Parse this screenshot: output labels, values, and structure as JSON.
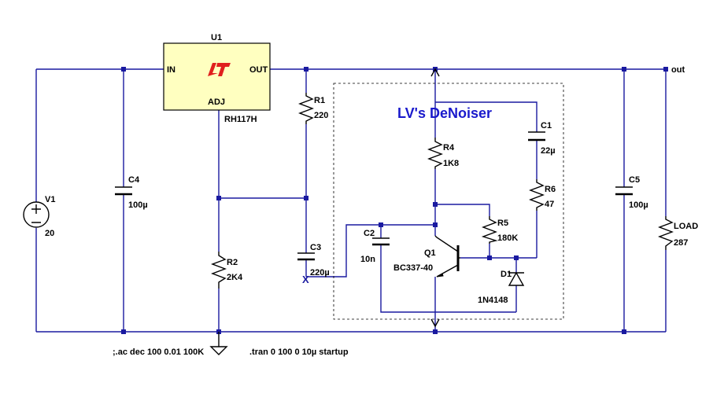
{
  "title": "LV's DeNoiser",
  "regulator": {
    "ref": "U1",
    "part": "RH117H",
    "pin_in": "IN",
    "pin_out": "OUT",
    "pin_adj": "ADJ"
  },
  "source": {
    "ref": "V1",
    "value": "20"
  },
  "capacitors": [
    {
      "ref": "C4",
      "value": "100µ"
    },
    {
      "ref": "C3",
      "value": "220µ"
    },
    {
      "ref": "C1",
      "value": "22µ"
    },
    {
      "ref": "C2",
      "value": "10n"
    },
    {
      "ref": "C5",
      "value": "100µ"
    }
  ],
  "resistors": [
    {
      "ref": "R1",
      "value": "220"
    },
    {
      "ref": "R2",
      "value": "2K4"
    },
    {
      "ref": "R4",
      "value": "1K8"
    },
    {
      "ref": "R5",
      "value": "180K"
    },
    {
      "ref": "R6",
      "value": "47"
    },
    {
      "ref": "LOAD",
      "value": "287"
    }
  ],
  "transistor": {
    "ref": "Q1",
    "part": "BC337-40"
  },
  "diode": {
    "ref": "D1",
    "part": "1N4148"
  },
  "net_out": "out",
  "probe_mark": "X",
  "directives": {
    "ac": ";.ac dec 100 0.01 100K",
    "tran": ".tran 0 100 0 10µ startup"
  },
  "colors": {
    "wire": "#1a1aa0",
    "regulator_fill": "#ffffc0",
    "title": "#1a1acc",
    "logo": "#e0201e"
  }
}
